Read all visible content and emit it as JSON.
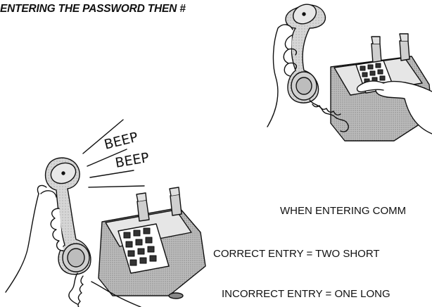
{
  "heading": "ENTERING THE PASSWORD THEN #",
  "sound_words": [
    "BEEP",
    "BEEP"
  ],
  "notes": {
    "line1": "WHEN ENTERING COMM",
    "line2": "CORRECT ENTRY = TWO SHORT",
    "line3": "INCORRECT ENTRY = ONE LONG"
  }
}
